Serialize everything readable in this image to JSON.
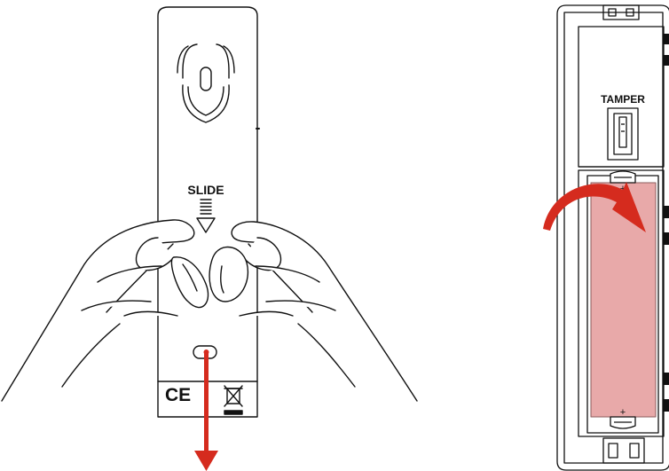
{
  "left_panel": {
    "slide_label": "SLIDE",
    "ce_mark": "CE",
    "weee_icon": "crossed-out-wheelie-bin-icon",
    "arrow_color": "#d52b1e"
  },
  "right_panel": {
    "tamper_label": "TAMPER",
    "plus_marks": [
      "+",
      "+"
    ],
    "battery_color": "#e8a9a9",
    "arrow_color": "#d52b1e"
  }
}
